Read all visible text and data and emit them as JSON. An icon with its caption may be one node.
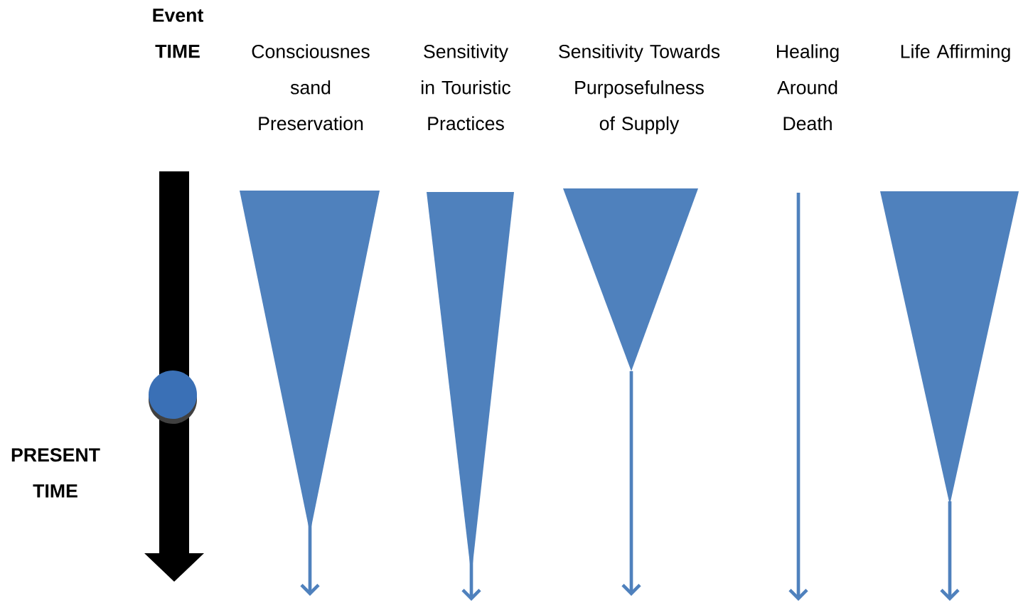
{
  "diagram": {
    "labels": [
      "Event TIME",
      "Consciousnes sand Preservation",
      "Sensitivity in Touristic Practices",
      "Sensitivity Towards Purposefulness of Supply",
      "Healing Around Death",
      "Life Affirming",
      "PRESENT TIME"
    ]
  }
}
